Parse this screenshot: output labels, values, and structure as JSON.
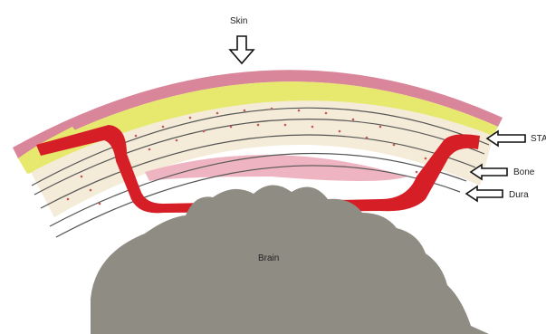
{
  "labels": {
    "skin": "Skin",
    "sta": "STA",
    "bone": "Bone",
    "dura": "Dura",
    "brain": "Brain"
  },
  "colors": {
    "skin": "#d9869a",
    "subcutaneous": "#e7e86e",
    "bone": "#f4ecd8",
    "bone_dots": "#c25a5a",
    "lines": "#555555",
    "vessel": "#d61e26",
    "pink_layer": "#efb4c1",
    "brain": "#8f8c83",
    "arrow_stroke": "#111111"
  },
  "icons": [
    "down-arrow-icon",
    "left-arrow-icon"
  ]
}
